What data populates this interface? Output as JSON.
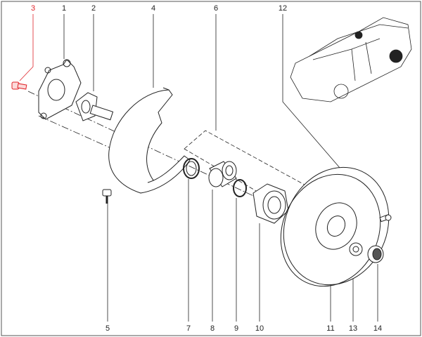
{
  "diagram": {
    "highlight_color": "#e0242a",
    "callouts": [
      {
        "id": "3",
        "label": "3",
        "highlighted": true
      },
      {
        "id": "1",
        "label": "1",
        "highlighted": false
      },
      {
        "id": "2",
        "label": "2",
        "highlighted": false
      },
      {
        "id": "4",
        "label": "4",
        "highlighted": false
      },
      {
        "id": "6",
        "label": "6",
        "highlighted": false
      },
      {
        "id": "12",
        "label": "12",
        "highlighted": false
      },
      {
        "id": "5",
        "label": "5",
        "highlighted": false
      },
      {
        "id": "7",
        "label": "7",
        "highlighted": false
      },
      {
        "id": "8",
        "label": "8",
        "highlighted": false
      },
      {
        "id": "9",
        "label": "9",
        "highlighted": false
      },
      {
        "id": "10",
        "label": "10",
        "highlighted": false
      },
      {
        "id": "11",
        "label": "11",
        "highlighted": false
      },
      {
        "id": "13",
        "label": "13",
        "highlighted": false
      },
      {
        "id": "14",
        "label": "14",
        "highlighted": false
      }
    ]
  }
}
